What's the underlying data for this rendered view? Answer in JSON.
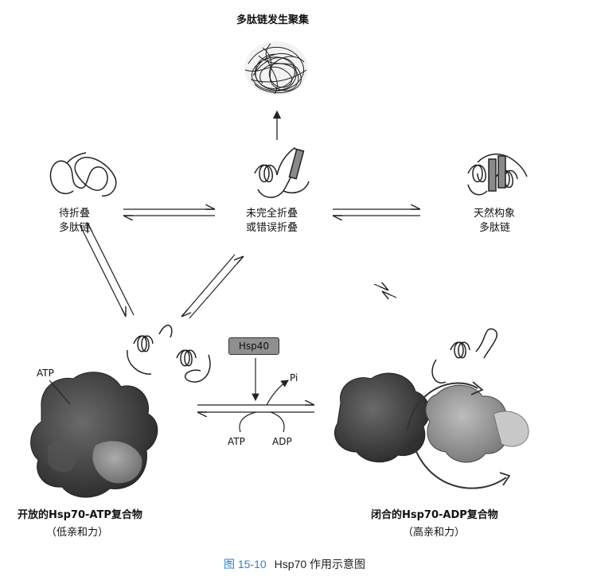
{
  "labels": {
    "aggregation": "多肽链发生聚集",
    "to_fold_line1": "待折叠",
    "to_fold_line2": "多肽链",
    "misfold_line1": "未完全折叠",
    "misfold_line2": "或错误折叠",
    "native_line1": "天然构象",
    "native_line2": "多肽链",
    "hsp40": "Hsp40",
    "pi": "Pi",
    "atp_left": "ATP",
    "atp_bottom": "ATP",
    "adp_bottom": "ADP",
    "open_complex": "开放的Hsp70-ATP复合物",
    "open_affinity": "（低亲和力）",
    "closed_complex": "闭合的Hsp70-ADP复合物",
    "closed_affinity": "（高亲和力）"
  },
  "caption": {
    "number": "图 15-10",
    "title": "Hsp70 作用示意图"
  },
  "colors": {
    "caption_number": "#2e7fc2",
    "hsp40_box": "#8f8f8f",
    "protein_dark": "#3a3a3a",
    "protein_light": "#9a9a9a"
  }
}
